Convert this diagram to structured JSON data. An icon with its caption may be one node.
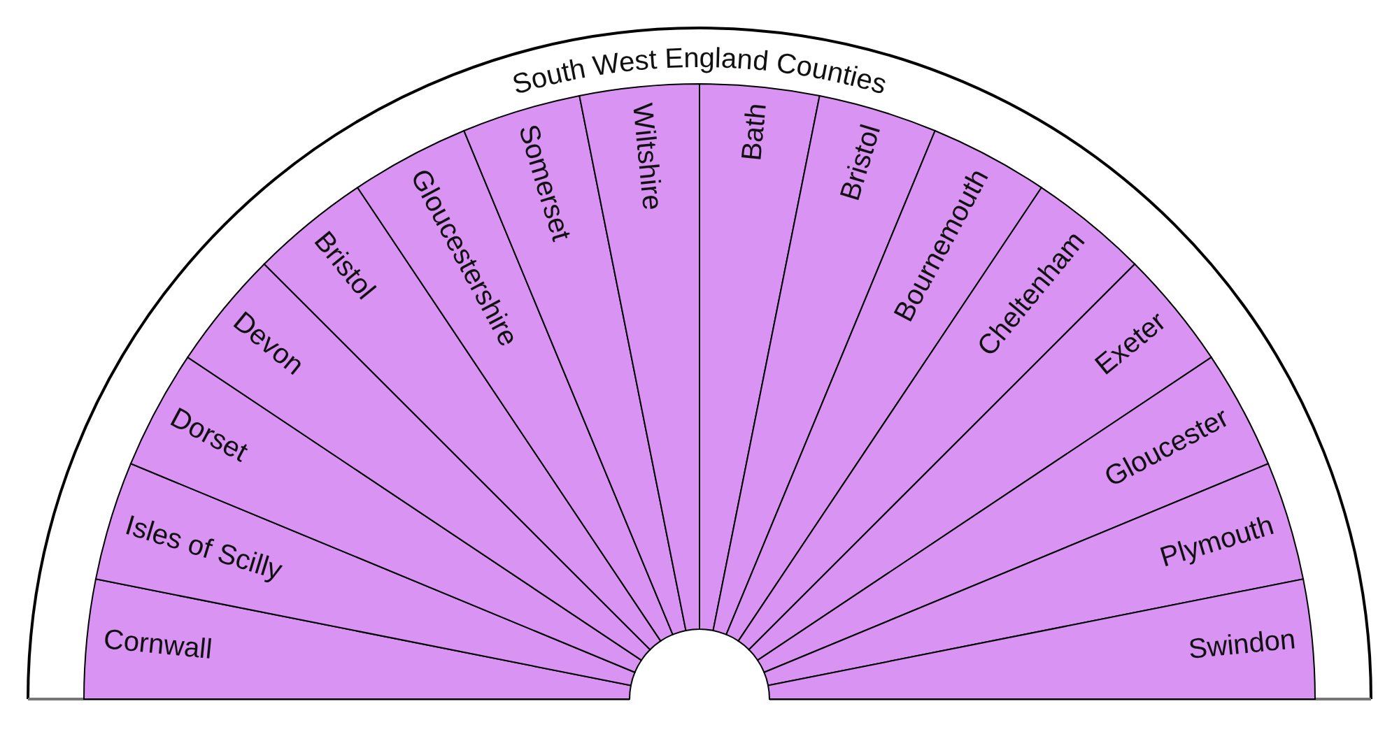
{
  "diagram": {
    "title": "South West England Counties",
    "nodes": [
      {
        "text": [
          "Cornwall"
        ]
      },
      {
        "text": [
          "Isles of Scilly"
        ]
      },
      {
        "text": [
          "Dorset"
        ]
      },
      {
        "text": [
          "Devon"
        ]
      },
      {
        "text": [
          "Bristol"
        ]
      },
      {
        "text": [
          "Gloucestershire"
        ]
      },
      {
        "text": [
          "Somerset"
        ]
      },
      {
        "text": [
          "Wiltshire"
        ]
      },
      {
        "text": [
          "Bath"
        ]
      },
      {
        "text": [
          "Bristol"
        ]
      },
      {
        "text": [
          "Bournemouth"
        ]
      },
      {
        "text": [
          "Cheltenham"
        ]
      },
      {
        "text": [
          "Exeter"
        ]
      },
      {
        "text": [
          "Gloucester"
        ]
      },
      {
        "text": [
          "Plymouth"
        ]
      },
      {
        "text": [
          "Swindon"
        ]
      }
    ]
  }
}
